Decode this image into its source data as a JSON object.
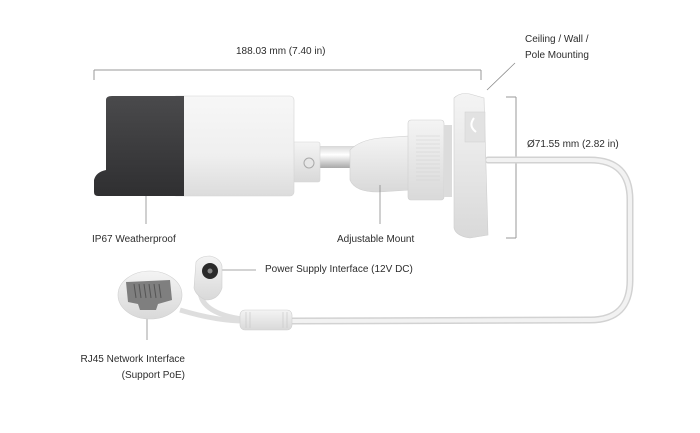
{
  "diagram": {
    "subject": "Bullet network camera with dimensions and interface callouts",
    "dimensions": {
      "length": "188.03 mm (7.40 in)",
      "mount_diameter": "Ø71.55 mm (2.82 in)"
    },
    "callouts": {
      "mounting": [
        "Ceiling / Wall /",
        "Pole Mounting"
      ],
      "weatherproof": "IP67 Weatherproof",
      "adjustable_mount": "Adjustable Mount",
      "power": "Power Supply Interface (12V DC)",
      "rj45": [
        "RJ45 Network Interface",
        "(Support PoE)"
      ]
    },
    "colors": {
      "camera_front": "#3a3a3c",
      "camera_body": "#f1f1f1",
      "cable": "#e6e6e6",
      "leader_line": "#8a8a8a"
    }
  }
}
